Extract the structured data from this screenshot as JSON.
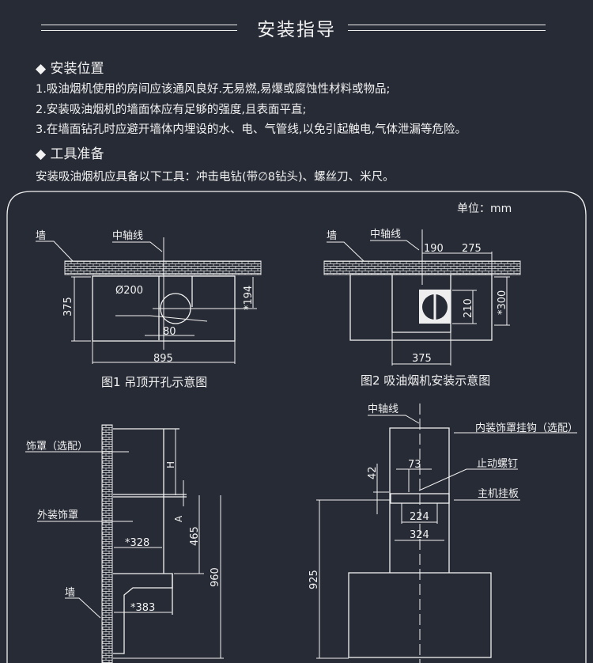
{
  "header": {
    "title": "安装指导"
  },
  "sections": [
    {
      "heading": "◆ 安装位置",
      "lines": [
        "1.吸油烟机使用的房间应该通风良好.无易燃,易爆或腐蚀性材料或物品;",
        "2.安装吸油烟机的墙面体应有足够的强度,且表面平直;",
        "3.在墙面钻孔时应避开墙体内埋设的水、电、气管线,以免引起触电,气体泄漏等危险。"
      ]
    },
    {
      "heading": "◆ 工具准备",
      "lines": [
        "安装吸油烟机应具备以下工具：冲击电钻(带∅8钻头)、螺丝刀、米尺。"
      ]
    }
  ],
  "diagram": {
    "unit": "单位：mm",
    "fig1": {
      "wall": "墙",
      "axis": "中轴线",
      "dia": "Ø200",
      "d375": "375",
      "d194": "*194",
      "d80": "80",
      "d895": "895",
      "caption": "图1 吊顶开孔示意图"
    },
    "fig2": {
      "wall": "墙",
      "axis": "中轴线",
      "d190": "190",
      "d275": "275",
      "d210": "210",
      "d300": "*300",
      "d375": "375",
      "caption": "图2 吸油烟机安装示意图"
    },
    "fig3": {
      "cover_opt": "饰罩（选配）",
      "outer_cover": "外装饰罩",
      "wall": "墙",
      "H": "H",
      "A": "A",
      "d465": "465",
      "d960": "960",
      "d328": "*328",
      "d383": "*383"
    },
    "fig4": {
      "axis": "中轴线",
      "hook": "内装饰罩挂钩（选配）",
      "screw": "止动螺钉",
      "plate": "主机挂板",
      "d73": "73",
      "d42": "42",
      "d224": "224",
      "d324": "324",
      "d925": "925"
    }
  }
}
